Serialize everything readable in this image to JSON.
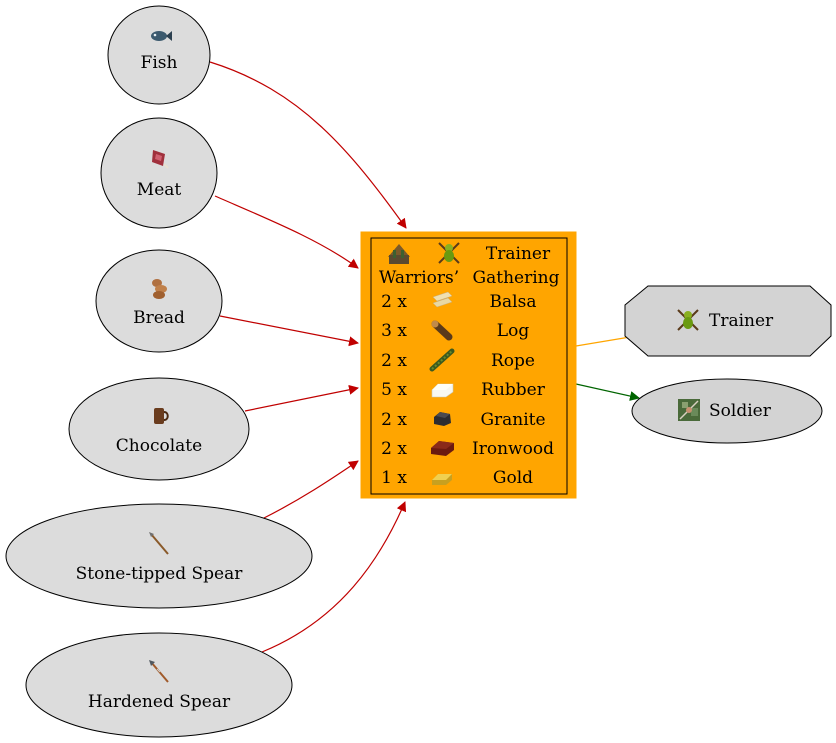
{
  "inputs": [
    {
      "label": "Fish",
      "icon": "fish-icon"
    },
    {
      "label": "Meat",
      "icon": "meat-icon"
    },
    {
      "label": "Bread",
      "icon": "bread-icon"
    },
    {
      "label": "Chocolate",
      "icon": "chocolate-icon"
    },
    {
      "label": "Stone-tipped Spear",
      "icon": "spear-icon"
    },
    {
      "label": "Hardened Spear",
      "icon": "hardened-spear-icon"
    }
  ],
  "building": {
    "name": "Warriors’",
    "program_line1": "Trainer",
    "program_line2": "Gathering",
    "building_icon": "warriors-gathering-icon",
    "worker_icon": "trainer-icon",
    "costs": [
      {
        "qty": "2 x",
        "ware": "Balsa",
        "icon": "balsa-icon"
      },
      {
        "qty": "3 x",
        "ware": "Log",
        "icon": "log-icon"
      },
      {
        "qty": "2 x",
        "ware": "Rope",
        "icon": "rope-icon"
      },
      {
        "qty": "5 x",
        "ware": "Rubber",
        "icon": "rubber-icon"
      },
      {
        "qty": "2 x",
        "ware": "Granite",
        "icon": "granite-icon"
      },
      {
        "qty": "2 x",
        "ware": "Ironwood",
        "icon": "ironwood-icon"
      },
      {
        "qty": "1 x",
        "ware": "Gold",
        "icon": "gold-icon"
      }
    ]
  },
  "workers": [
    {
      "label": "Trainer",
      "icon": "trainer-icon"
    },
    {
      "label": "Soldier",
      "icon": "soldier-icon"
    }
  ],
  "colors": {
    "node_fill": "#dcdcdc",
    "building_fill": "#ffa500",
    "input_edge": "#c00000",
    "trainer_edge": "#ffa500",
    "soldier_edge": "#006400"
  }
}
